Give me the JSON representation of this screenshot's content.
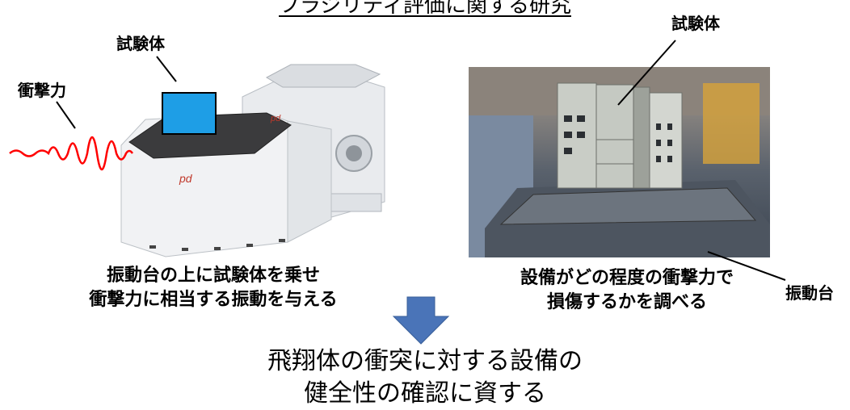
{
  "title": "フラジリティ評価に関する研究",
  "left_figure": {
    "specimen_label": "試験体",
    "impact_label": "衝撃力",
    "caption_lines": [
      "振動台の上に試験体を乗せ",
      "衝撃力に相当する振動を与える"
    ]
  },
  "right_figure": {
    "specimen_label": "試験体",
    "table_label": "振動台",
    "caption_lines": [
      "設備がどの程度の衝撃力で",
      "損傷するかを調べる"
    ]
  },
  "conclusion_lines": [
    "飛翔体の衝突に対する設備の",
    "健全性の確認に資する"
  ],
  "colors": {
    "arrow": "#4a74b8",
    "specimen_box": "#1e9ee6",
    "wave": "#ff0000",
    "cabinet": "#c9cdc6"
  }
}
